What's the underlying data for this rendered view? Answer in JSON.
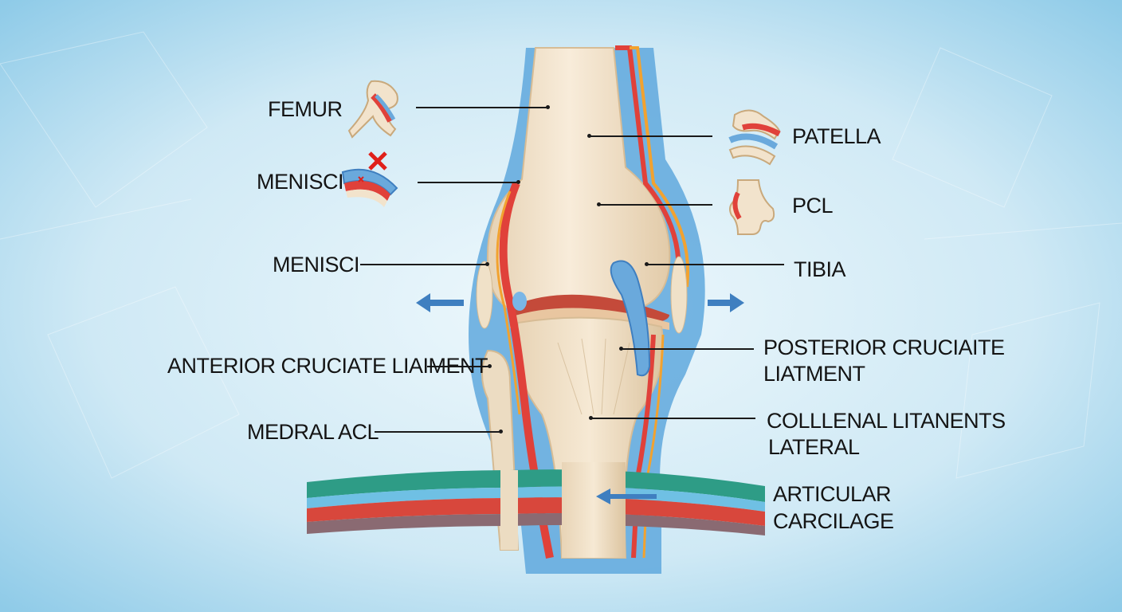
{
  "labels": {
    "femur": "FEMUR",
    "menisci_top": "MENISCI",
    "menisci_mid": "MENISCI",
    "acl": "ANTERIOR CRUCIATE LIAIMENT",
    "medral_acl": "MEDRAL ACL",
    "patella": "PATELLA",
    "pcl": "PCL",
    "tibia": "TIBIA",
    "posterior_line1": "POSTERIOR CRUCIAITE",
    "posterior_line2": "LIATMENT",
    "collateral_line1": "COLLLENAL LITANENTS",
    "collateral_line2": "LATERAL",
    "articular_line1": "ARTICULAR",
    "articular_line2": "CARCILAGE"
  },
  "colors": {
    "background": "#cfe9f5",
    "bone": "#f2e3cc",
    "ligament_red": "#e0413a",
    "cartilage_blue": "#6aa9dc",
    "arrow_blue": "#3f7fc0"
  },
  "icons": [
    "femur-joint-icon",
    "torn-menisci-icon",
    "patella-joint-icon",
    "pcl-joint-icon"
  ]
}
